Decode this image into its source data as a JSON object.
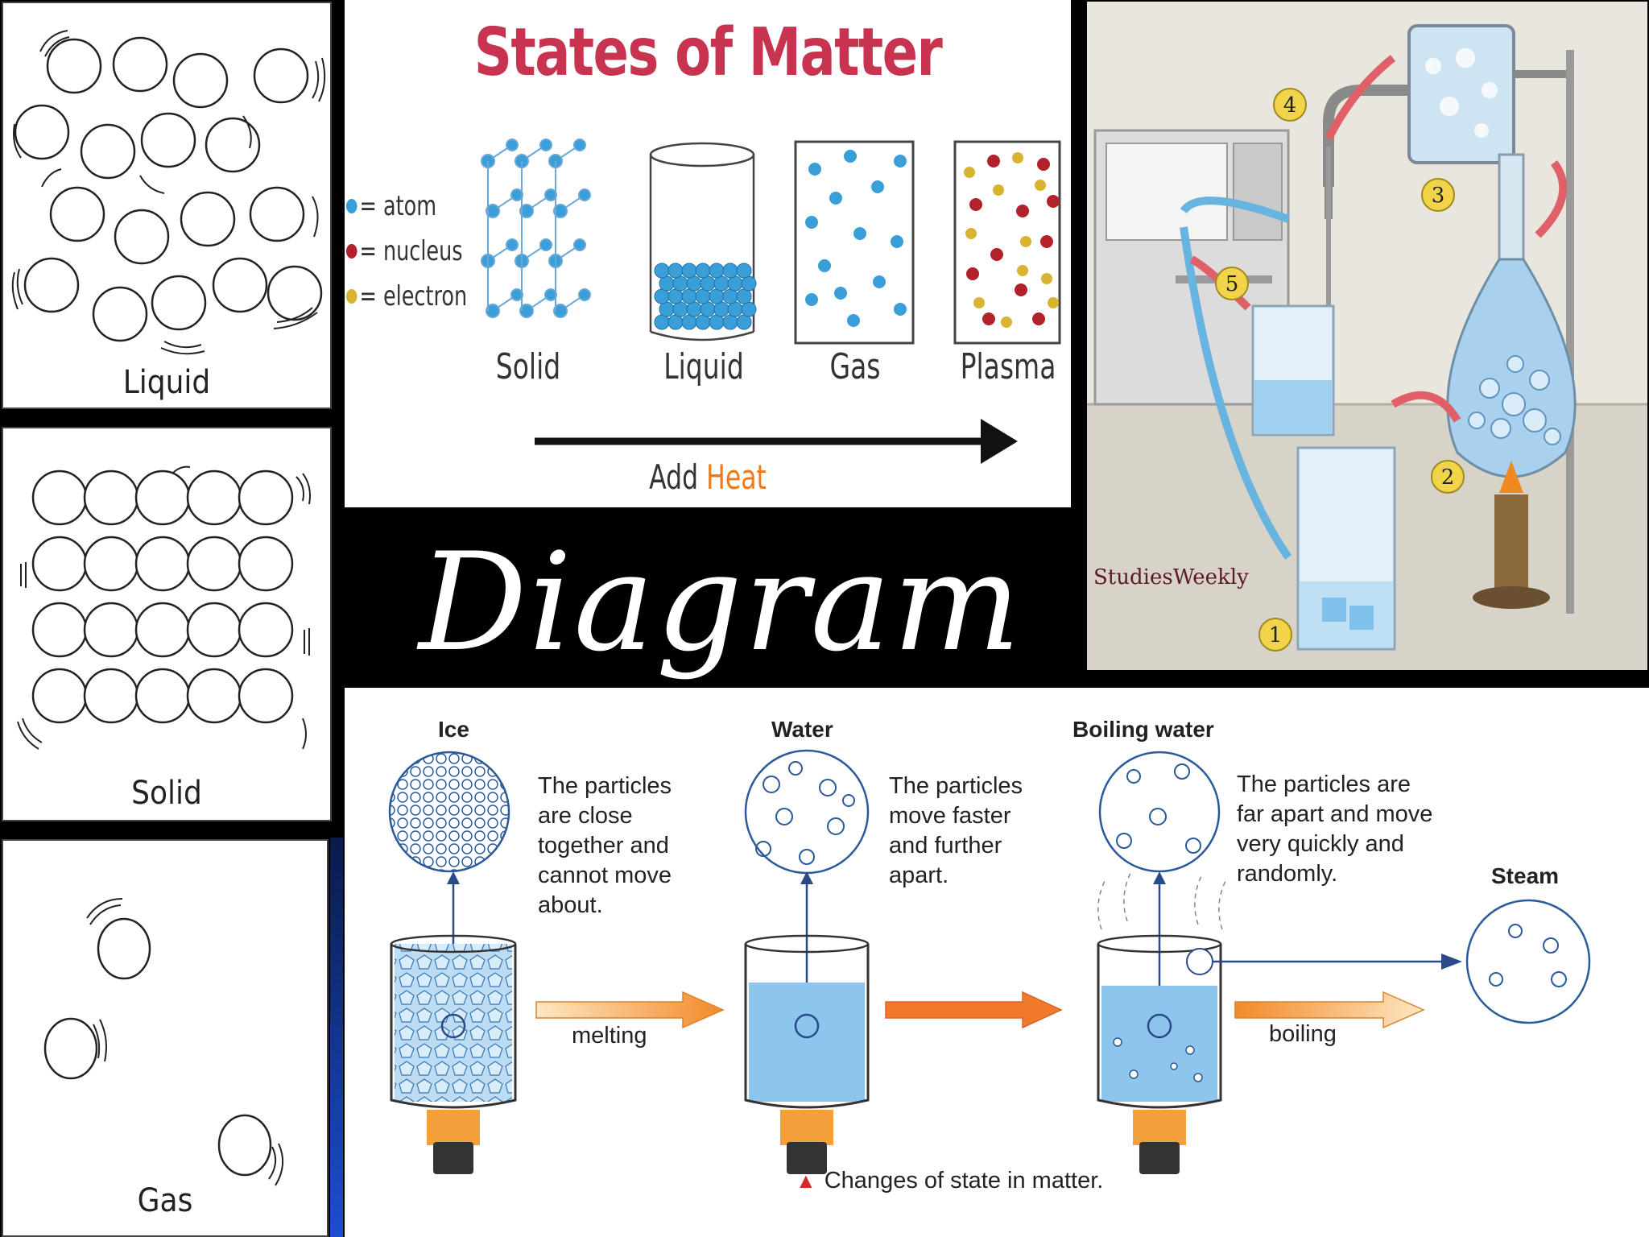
{
  "panels": {
    "liquid": {
      "label": "Liquid"
    },
    "solid": {
      "label": "Solid"
    },
    "gas": {
      "label": "Gas"
    }
  },
  "states_of_matter": {
    "title": "States of Matter",
    "legend": [
      {
        "symbol": "atom",
        "text": "= atom",
        "color": "#3a9fd8"
      },
      {
        "symbol": "nucleus",
        "text": "= nucleus",
        "color": "#b3222b"
      },
      {
        "symbol": "electron",
        "text": "= electron",
        "color": "#d9b332"
      }
    ],
    "phases": [
      "Solid",
      "Liquid",
      "Gas",
      "Plasma"
    ],
    "arrow_label_prefix": "Add ",
    "arrow_label_highlight": "Heat"
  },
  "lab_illustration": {
    "logo": "StudiesWeekly",
    "steps": [
      "1",
      "2",
      "3",
      "4",
      "5"
    ]
  },
  "banner": {
    "word": "Diagram"
  },
  "changes_of_state": {
    "stages": [
      {
        "caption": "Ice",
        "description": [
          "The particles",
          "are close",
          "together and",
          "cannot move",
          "about."
        ]
      },
      {
        "caption": "Water",
        "description": [
          "The particles",
          "move faster",
          "and further",
          "apart."
        ]
      },
      {
        "caption": "Boiling water",
        "description": [
          "The particles are",
          "far apart and move",
          "very quickly and",
          "randomly."
        ]
      },
      {
        "caption": "Steam",
        "description": []
      }
    ],
    "processes": [
      "melting",
      "boiling"
    ],
    "figure_caption": "Changes of state in matter."
  },
  "colors": {
    "title_red": "#c8334f",
    "heat_orange": "#f07a1a",
    "water_blue": "#5aa6dc",
    "outline_blue": "#2a5a9a",
    "arrow_orange": "#f5933a"
  }
}
